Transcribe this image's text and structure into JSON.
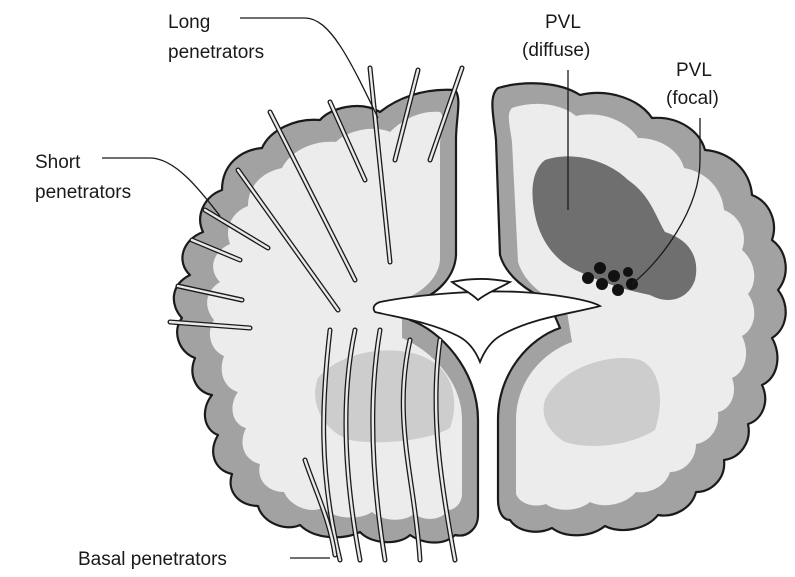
{
  "labels": {
    "long_penetrators": [
      "Long",
      "penetrators"
    ],
    "short_penetrators": [
      "Short",
      "penetrators"
    ],
    "basal_penetrators": "Basal penetrators",
    "pvl_diffuse": [
      "PVL",
      "(diffuse)"
    ],
    "pvl_focal": [
      "PVL",
      "(focal)"
    ]
  },
  "colors": {
    "cortex": "#a2a2a2",
    "white_matter": "#ececec",
    "basal_ganglia": "#cdcdcd",
    "pvl_diffuse": "#6f6f6f",
    "pvl_focal": "#111111",
    "outline": "#1a1a1a"
  }
}
